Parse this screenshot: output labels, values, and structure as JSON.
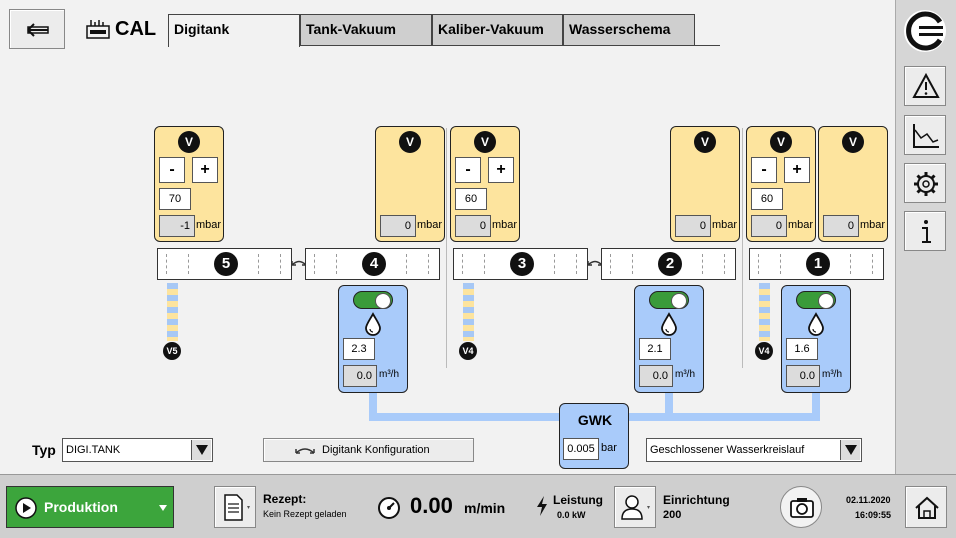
{
  "header": {
    "app_title": "CAL",
    "tabs": [
      {
        "label": "Digitank",
        "active": true
      },
      {
        "label": "Tank-Vakuum"
      },
      {
        "label": "Kaliber-Vakuum"
      },
      {
        "label": "Wasserschema"
      }
    ]
  },
  "vacuum_panels": [
    {
      "badge": "V",
      "setpoint": "70",
      "actual": "-1",
      "unit": "mbar",
      "has_controls": true
    },
    {
      "badge": "V",
      "actual": "0",
      "unit": "mbar",
      "has_controls": false
    },
    {
      "badge": "V",
      "setpoint": "60",
      "actual": "0",
      "unit": "mbar",
      "has_controls": true
    },
    {
      "badge": "V",
      "actual": "0",
      "unit": "mbar",
      "has_controls": false
    },
    {
      "badge": "V",
      "setpoint": "60",
      "actual": "0",
      "unit": "mbar",
      "has_controls": true
    },
    {
      "badge": "V",
      "actual": "0",
      "unit": "mbar",
      "has_controls": false
    }
  ],
  "controls": {
    "minus": "-",
    "plus": "+"
  },
  "calibers": [
    "5",
    "4",
    "3",
    "2",
    "1"
  ],
  "valve_labels": [
    "V5",
    "V4",
    "V4"
  ],
  "water_panels": [
    {
      "setpoint": "2.3",
      "actual": "0.0",
      "unit": "m³/h",
      "enabled": true
    },
    {
      "setpoint": "2.1",
      "actual": "0.0",
      "unit": "m³/h",
      "enabled": true
    },
    {
      "setpoint": "1.6",
      "actual": "0.0",
      "unit": "m³/h",
      "enabled": true
    }
  ],
  "gwk": {
    "title": "GWK",
    "value": "0.005",
    "unit": "bar"
  },
  "typ": {
    "label": "Typ",
    "value": "DIGI.TANK"
  },
  "config_button": "Digitank Konfiguration",
  "water_circuit": {
    "value": "Geschlossener Wasserkreislauf"
  },
  "bottom": {
    "mode_button": "Produktion",
    "recipe_label": "Rezept:",
    "recipe_value": "Kein Rezept geladen",
    "speed_value": "0.00",
    "speed_unit": "m/min",
    "power_label": "Leistung",
    "power_value": "0.0 kW",
    "setup_label": "Einrichtung",
    "setup_value": "200",
    "date": "02.11.2020",
    "time": "16:09:55"
  },
  "colors": {
    "vacuum_panel": "#fde49e",
    "water_panel": "#a9cbfa",
    "toggle_on": "#3a9b3a",
    "mode_button": "#3ca53c"
  }
}
